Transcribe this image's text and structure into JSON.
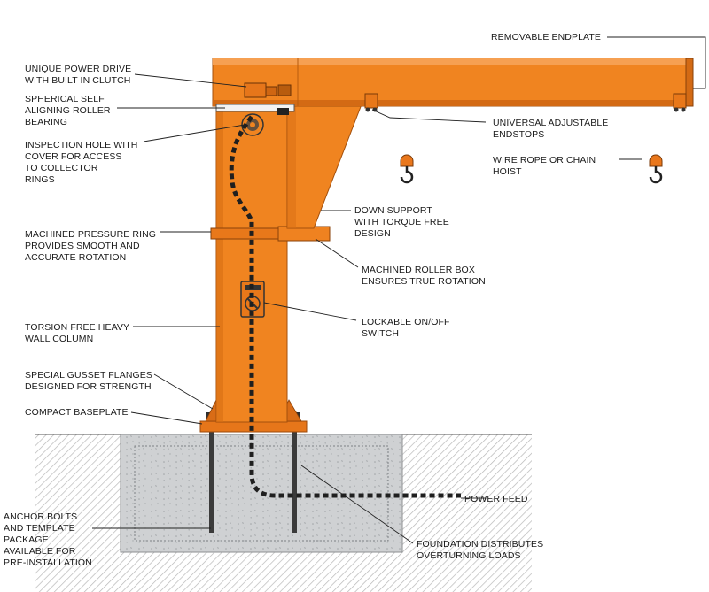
{
  "colors": {
    "crane_orange": "#f08420",
    "crane_dark": "#c4600e",
    "concrete": "#cfd1d3",
    "ground_hatch": "#9a9a9a"
  },
  "labels": {
    "removable_endplate": "REMOVABLE ENDPLATE",
    "power_drive": "UNIQUE POWER DRIVE\nWITH BUILT IN CLUTCH",
    "roller_bearing": "SPHERICAL SELF\nALIGNING ROLLER\nBEARING",
    "inspection_hole": "INSPECTION HOLE WITH\nCOVER FOR ACCESS\nTO COLLECTOR\nRINGS",
    "pressure_ring": "MACHINED PRESSURE RING\nPROVIDES SMOOTH AND\nACCURATE ROTATION",
    "wall_column": "TORSION FREE HEAVY\nWALL COLUMN",
    "gusset_flanges": "SPECIAL GUSSET FLANGES\nDESIGNED FOR STRENGTH",
    "baseplate": "COMPACT BASEPLATE",
    "anchor_bolts": "ANCHOR BOLTS\nAND TEMPLATE\nPACKAGE\nAVAILABLE FOR\nPRE-INSTALLATION",
    "endstops": "UNIVERSAL ADJUSTABLE\nENDSTOPS",
    "hoist": "WIRE ROPE OR CHAIN\nHOIST",
    "down_support": "DOWN SUPPORT\nWITH TORQUE FREE\nDESIGN",
    "roller_box": "MACHINED ROLLER BOX\nENSURES TRUE ROTATION",
    "onoff_switch": "LOCKABLE ON/OFF\nSWITCH",
    "power_feed": "POWER FEED",
    "foundation": "FOUNDATION DISTRIBUTES\nOVERTURNING LOADS"
  }
}
